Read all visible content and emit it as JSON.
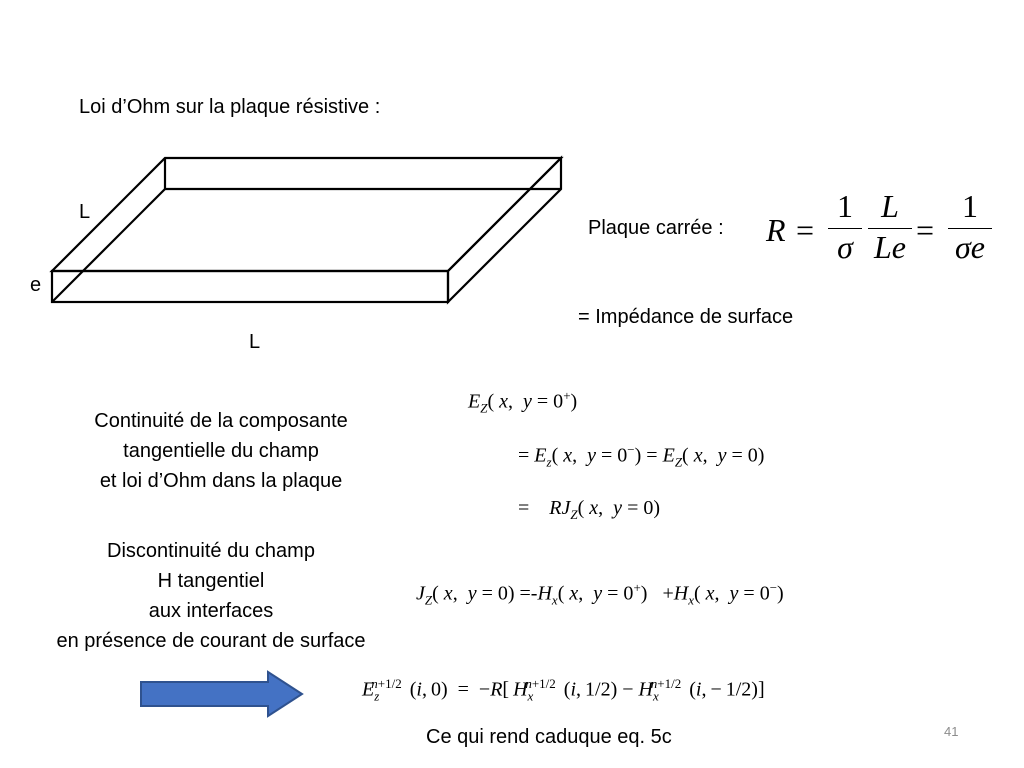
{
  "slide": {
    "heading": "Loi d’Ohm sur la plaque résistive :",
    "dim_label_top": "L",
    "dim_label_side": "e",
    "dim_label_bottom": "L",
    "square_label": "Plaque carrée :",
    "formula": {
      "lhs": "R",
      "eq": "=",
      "f1_num": "1",
      "f1_den": "σ",
      "f2_num": "L",
      "f2_den": "Le",
      "f3_num": "1",
      "f3_den": "σe"
    },
    "impedance_label": "= Impédance de surface",
    "continuity_text": [
      "Continuité de la composante",
      "tangentielle du champ",
      "et loi d’Ohm dans la plaque"
    ],
    "discontinuity_text": [
      "Discontinuité du champ",
      "H tangentiel",
      "aux interfaces",
      "en présence de courant de surface"
    ],
    "conclusion": "Ce qui rend caduque eq. 5c",
    "page_number": "41",
    "colors": {
      "arrow_fill": "#4472C4",
      "arrow_stroke": "#2F528F"
    }
  }
}
